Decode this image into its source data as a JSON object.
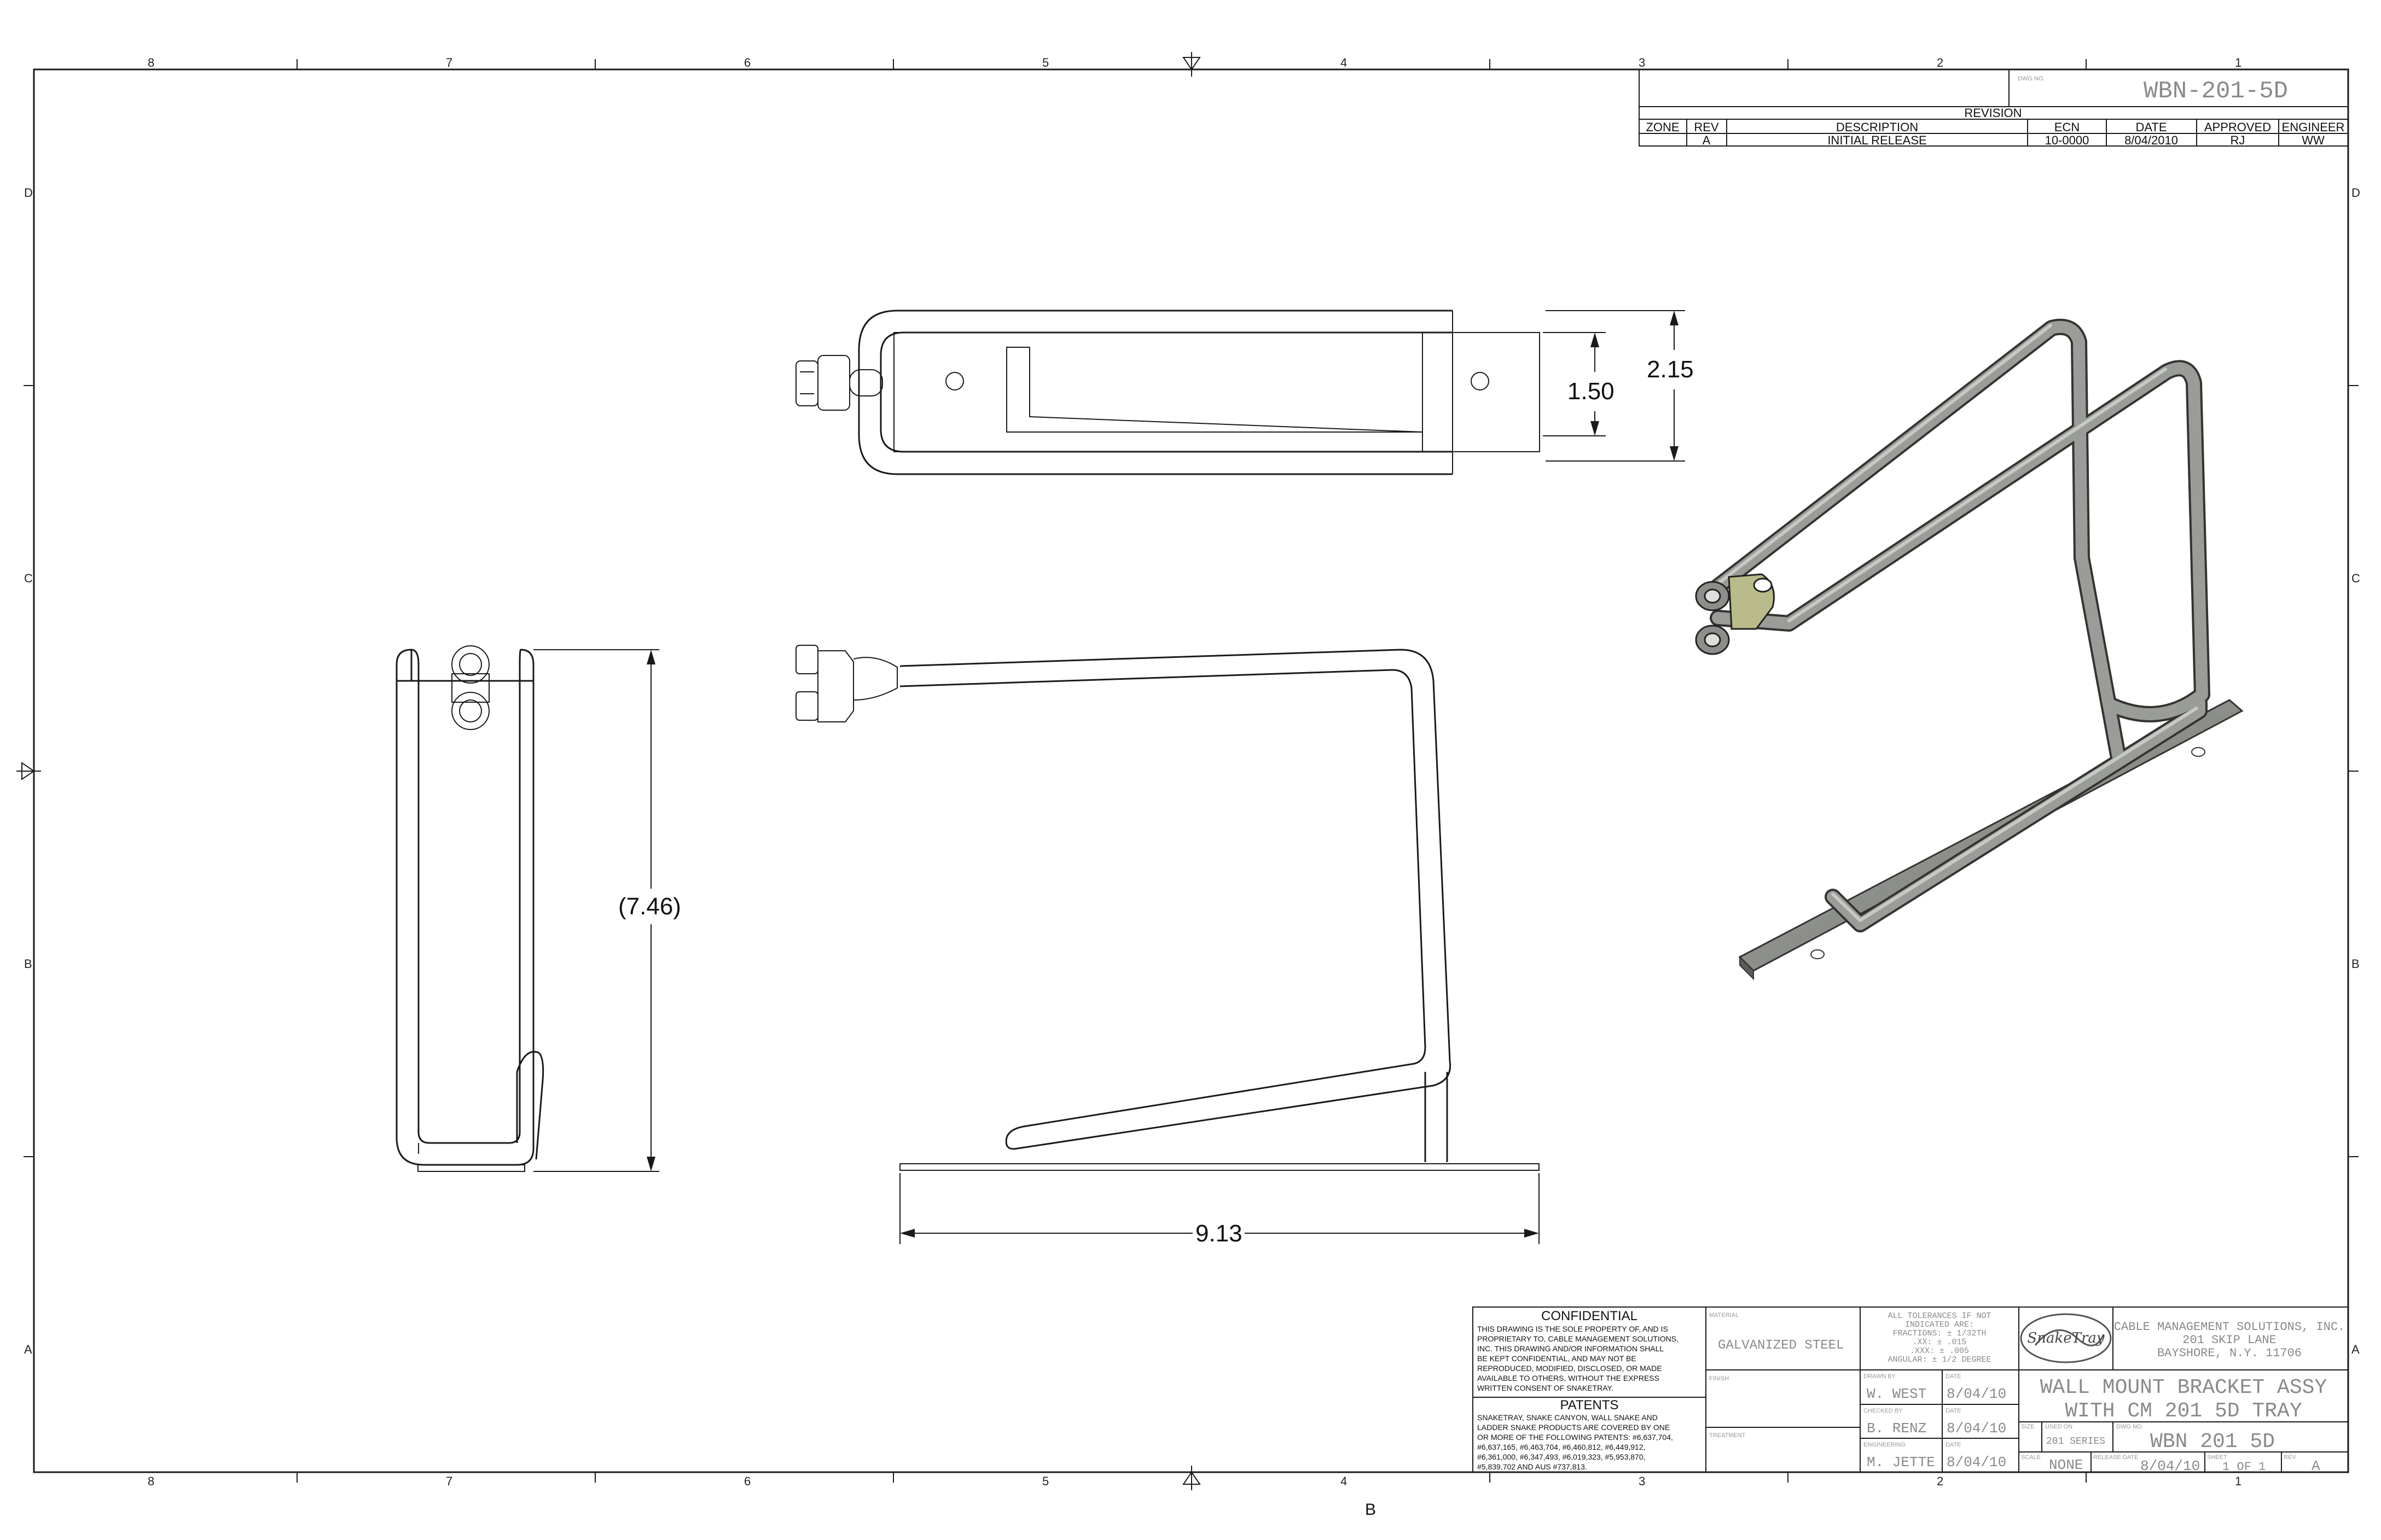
{
  "zones": {
    "columns": [
      "8",
      "7",
      "6",
      "5",
      "4",
      "3",
      "2",
      "1"
    ],
    "rows": [
      "D",
      "C",
      "B",
      "A"
    ]
  },
  "dwg_no_label": "DWG NO.",
  "dwg_no": "WBN-201-5D",
  "revision": {
    "title": "REVISION",
    "headers": [
      "ZONE",
      "REV",
      "DESCRIPTION",
      "ECN",
      "DATE",
      "APPROVED",
      "ENGINEER"
    ],
    "rows": [
      {
        "zone": "",
        "rev": "A",
        "description": "INITIAL RELEASE",
        "ecn": "10-0000",
        "date": "8/04/2010",
        "approved": "RJ",
        "engineer": "WW"
      }
    ]
  },
  "dimensions": {
    "top_width": "2.15",
    "top_inner": "1.50",
    "side_height": "(7.46)",
    "front_length": "9.13"
  },
  "bottom_center_label": "B",
  "confidential": {
    "title": "CONFIDENTIAL",
    "lines": [
      "THIS DRAWING IS THE SOLE PROPERTY OF, AND IS",
      "PROPRIETARY TO, CABLE MANAGEMENT SOLUTIONS,",
      "INC. THIS DRAWING AND/OR INFORMATION SHALL",
      "BE KEPT CONFIDENTIAL, AND MAY NOT BE",
      "REPRODUCED, MODIFIED, DISCLOSED, OR MADE",
      "AVAILABLE TO OTHERS, WITHOUT THE EXPRESS",
      "WRITTEN CONSENT OF SNAKETRAY."
    ],
    "patents_title": "PATENTS",
    "patents_lines": [
      "SNAKETRAY, SNAKE CANYON, WALL SNAKE AND",
      "LADDER SNAKE PRODUCTS ARE COVERED BY ONE",
      "OR MORE OF THE FOLLOWING PATENTS: #6,637,704,",
      "#6,637,165, #6,463,704, #6,460,812, #6,449,912,",
      "#6,361,000, #6,347,493, #6,019,323, #5,953,870,",
      "#5,839,702 AND AUS #737,813."
    ]
  },
  "title_block": {
    "material_label": "MATERIAL",
    "material": "GALVANIZED STEEL",
    "finish_label": "FINISH",
    "treatment_label": "TREATMENT",
    "tolerances": [
      "ALL TOLERANCES IF NOT",
      "INDICATED ARE:",
      "FRACTIONS: ± 1/32TH",
      ".XX: ± .015",
      ".XXX: ± .005",
      "ANGULAR: ± 1/2 DEGREE"
    ],
    "drawn_by_label": "DRAWN BY",
    "drawn_by": "W. WEST",
    "drawn_date": "8/04/10",
    "checked_by_label": "CHECKED BY",
    "checked_by": "B. RENZ",
    "checked_date": "8/04/10",
    "engineering_label": "ENGINEERING",
    "engineering": "M. JETTE",
    "engineering_date": "8/04/10",
    "date_label": "DATE",
    "logo": "SnakeTray",
    "company_lines": [
      "CABLE MANAGEMENT SOLUTIONS, INC.",
      "201 SKIP LANE",
      "BAYSHORE, N.Y. 11706"
    ],
    "title_lines": [
      "WALL MOUNT BRACKET ASSY",
      "WITH CM 201 5D TRAY"
    ],
    "size_label": "SIZE",
    "used_on_label": "USED ON",
    "used_on": "201 SERIES",
    "dwg_no_label": "DWG NO.",
    "dwg_no": "WBN 201 5D",
    "scale_label": "SCALE",
    "scale": "NONE",
    "release_label": "RELEASE DATE",
    "release_date": "8/04/10",
    "sheet_label": "SHEET",
    "sheet": "1 OF 1",
    "rev_label": "REV",
    "rev": "A"
  },
  "colors": {
    "line": "#1a1a1a",
    "faint": "#8a8a8a",
    "steel": "#8c8e8a"
  }
}
